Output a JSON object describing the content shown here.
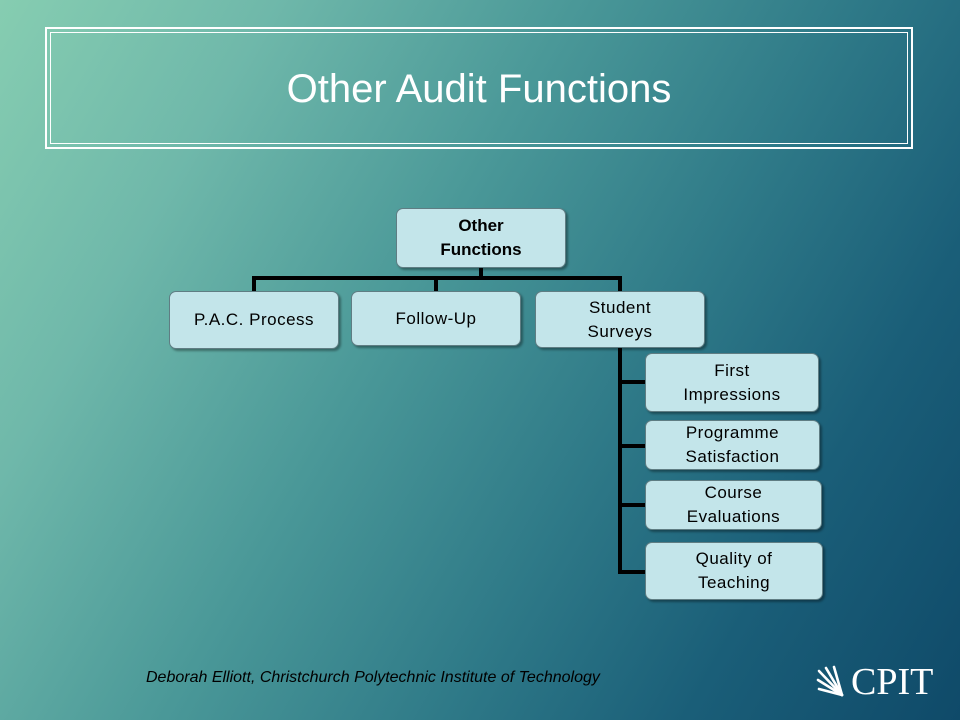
{
  "slide": {
    "title": "Other Audit Functions",
    "footer": "Deborah Elliott, Christchurch Polytechnic Institute of Technology",
    "logo_text": "CPIT"
  },
  "org_chart": {
    "root": {
      "label_line1": "Other",
      "label_line2": "Functions"
    },
    "level1": [
      {
        "label_line1": "P.A.C. Process",
        "label_line2": ""
      },
      {
        "label_line1": "Follow-Up",
        "label_line2": ""
      },
      {
        "label_line1": "Student",
        "label_line2": "Surveys"
      }
    ],
    "surveys": [
      {
        "label_line1": "First",
        "label_line2": "Impressions"
      },
      {
        "label_line1": "Programme",
        "label_line2": "Satisfaction"
      },
      {
        "label_line1": "Course",
        "label_line2": "Evaluations"
      },
      {
        "label_line1": "Quality of",
        "label_line2": "Teaching"
      }
    ]
  },
  "colors": {
    "box_fill": "#c3e5ea",
    "connector": "#000000",
    "title_text": "#ffffff"
  }
}
